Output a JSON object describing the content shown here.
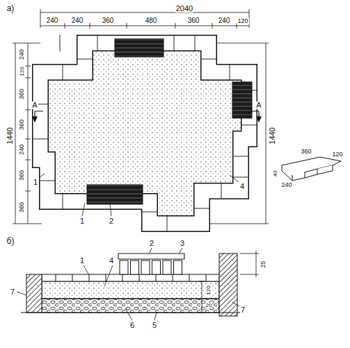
{
  "diagram": {
    "labels": [
      "а)",
      "2040",
      "240",
      "240",
      "360",
      "480",
      "360",
      "240",
      "120",
      "1440",
      "240",
      "120",
      "360",
      "360",
      "240",
      "360",
      "360",
      "1440",
      "А",
      "А",
      "1",
      "1",
      "2",
      "4",
      "360",
      "120",
      "240",
      "40",
      "б)",
      "2",
      "3",
      "1",
      "4",
      "7",
      "7",
      "6",
      "5",
      "25",
      "120",
      "20"
    ]
  }
}
